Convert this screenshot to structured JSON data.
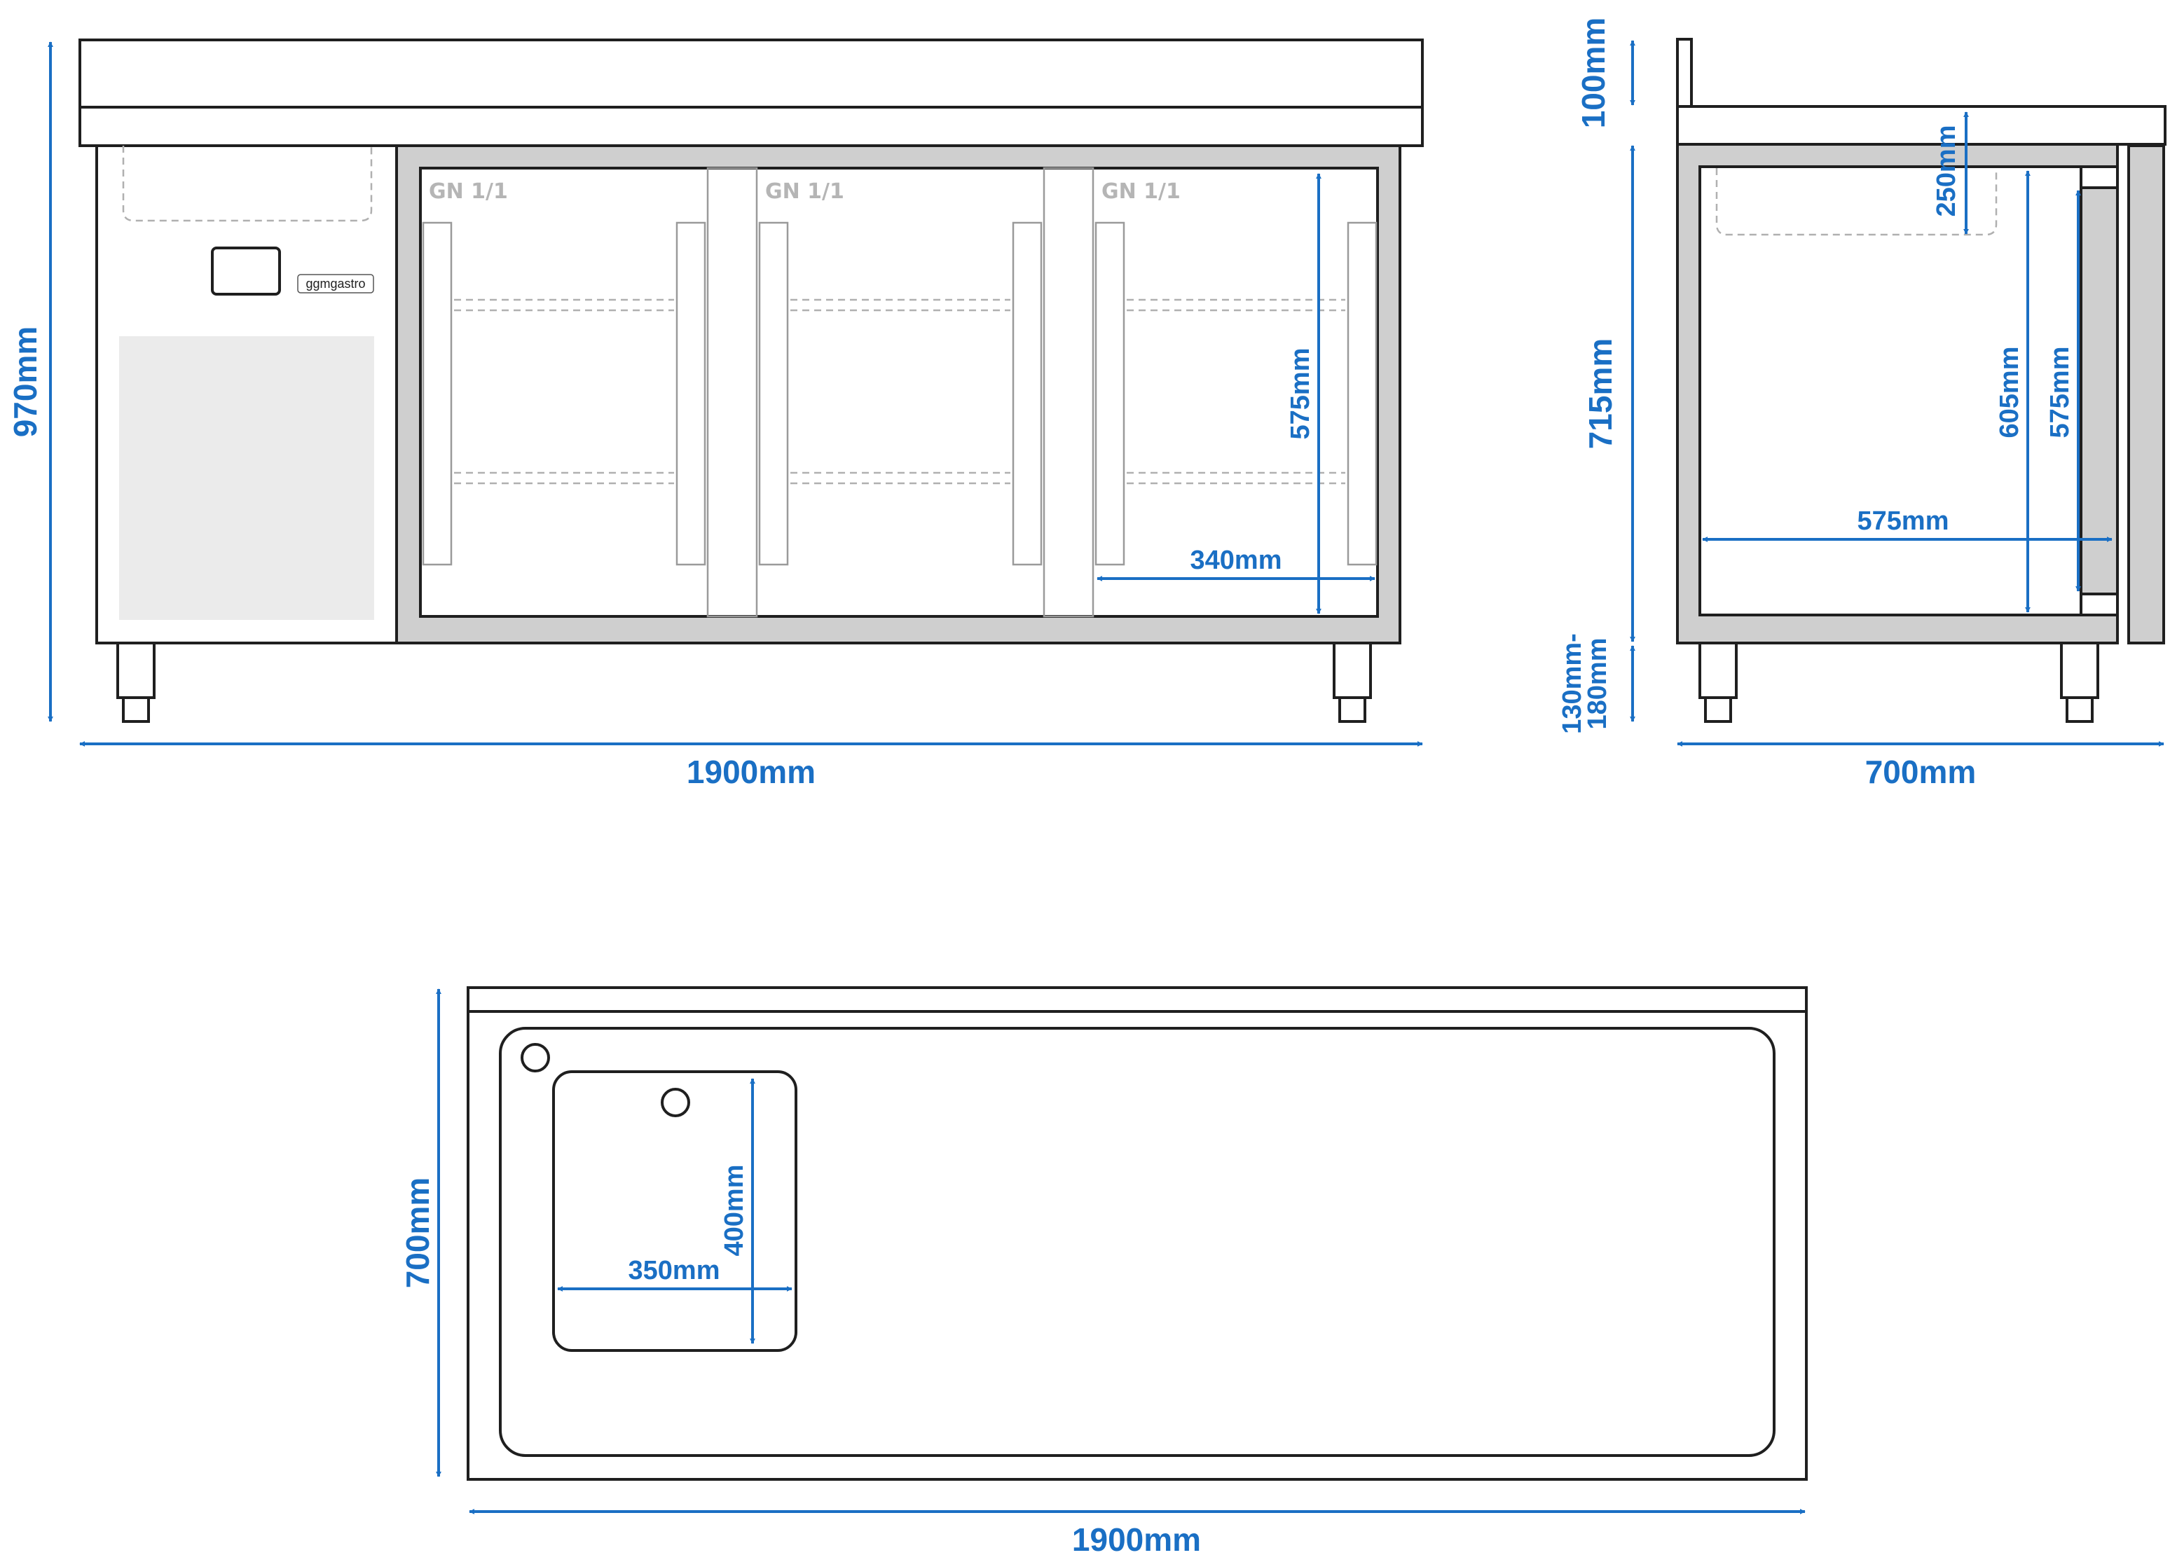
{
  "brand": {
    "label": "ggmgastro"
  },
  "front_view": {
    "gn_labels": [
      "GN 1/1",
      "GN 1/1",
      "GN 1/1"
    ],
    "dims": {
      "total_height": "970mm",
      "total_width": "1900mm",
      "interior_height": "575mm",
      "shelf_width": "340mm"
    }
  },
  "side_view": {
    "dims": {
      "upstand": "100mm",
      "body_height": "715mm",
      "feet_line1": "130mm-",
      "feet_line2": "180mm",
      "depth": "700mm",
      "sink_depth": "250mm",
      "inner_height": "605mm",
      "door_height": "575mm",
      "inner_depth": "575mm"
    }
  },
  "top_view": {
    "dims": {
      "depth": "700mm",
      "width": "1900mm",
      "sink_depth": "400mm",
      "sink_width": "350mm"
    }
  },
  "colors": {
    "dimension": "#1a6fc4",
    "outline": "#1f1f1f",
    "panel_fill": "#cfcfcf",
    "light_panel": "#ebebeb"
  }
}
